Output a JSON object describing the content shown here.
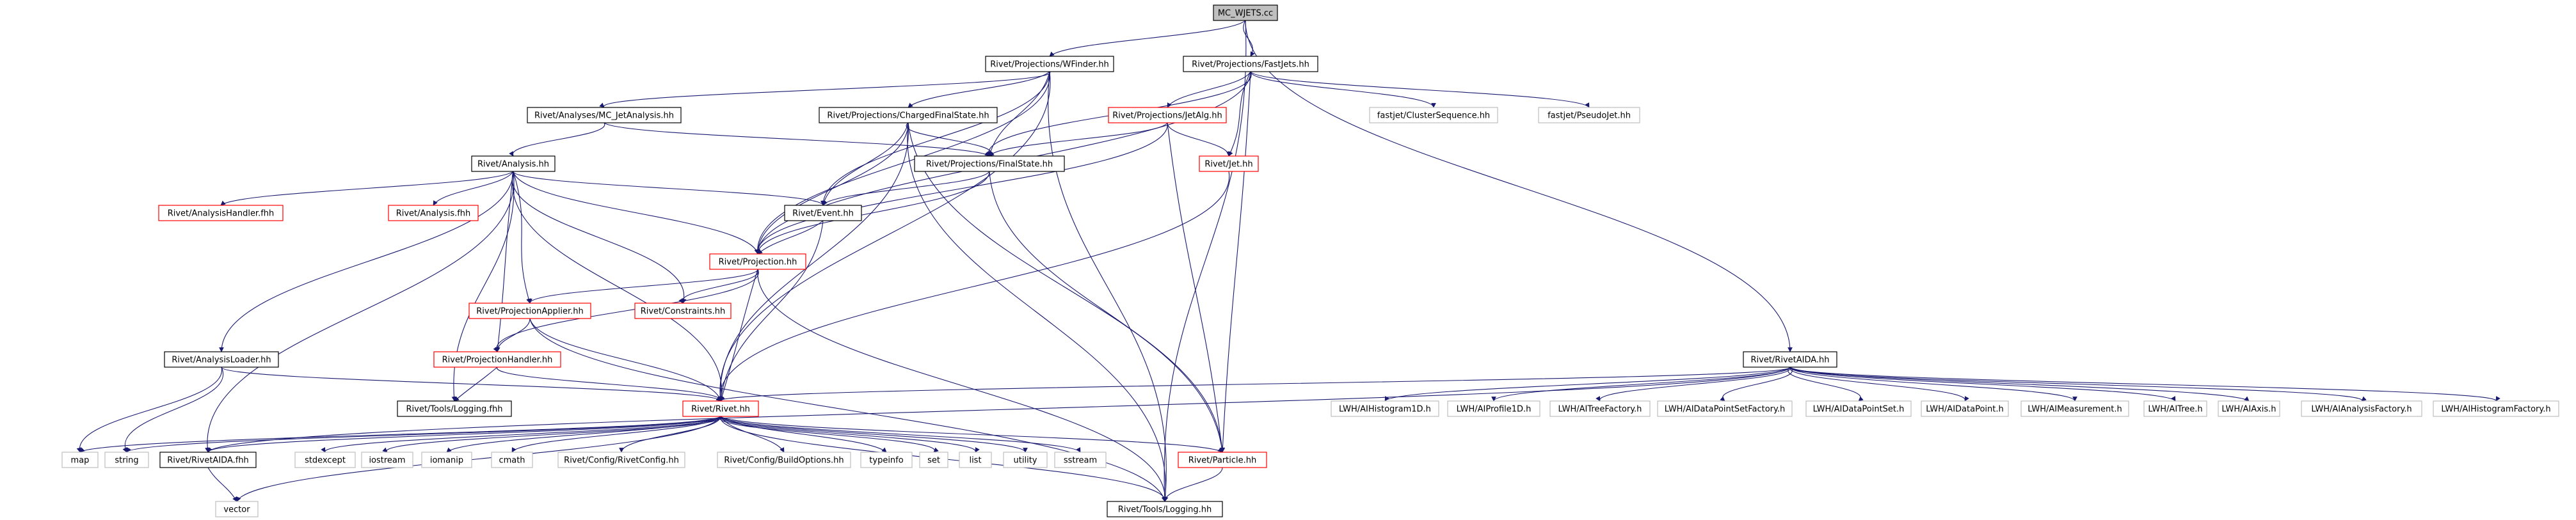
{
  "colors": {
    "edge": "#191970",
    "node_border_black": "#000000",
    "node_border_red": "#ff0000",
    "node_border_gray": "#bfbfbf",
    "root_fill": "#bfbfbf",
    "text": "#000000"
  },
  "nodes": [
    {
      "id": "root",
      "label": "MC_WJETS.cc",
      "style": "root"
    },
    {
      "id": "wfinder",
      "label": "Rivet/Projections/WFinder.hh",
      "style": "black"
    },
    {
      "id": "fastjets",
      "label": "Rivet/Projections/FastJets.hh",
      "style": "black"
    },
    {
      "id": "mcjet",
      "label": "Rivet/Analyses/MC_JetAnalysis.hh",
      "style": "black"
    },
    {
      "id": "chargedfs",
      "label": "Rivet/Projections/ChargedFinalState.hh",
      "style": "black"
    },
    {
      "id": "jetalg",
      "label": "Rivet/Projections/JetAlg.hh",
      "style": "red"
    },
    {
      "id": "clusterseq",
      "label": "fastjet/ClusterSequence.hh",
      "style": "gray"
    },
    {
      "id": "pseudojet",
      "label": "fastjet/PseudoJet.hh",
      "style": "gray"
    },
    {
      "id": "analysis",
      "label": "Rivet/Analysis.hh",
      "style": "black"
    },
    {
      "id": "finalstate",
      "label": "Rivet/Projections/FinalState.hh",
      "style": "black"
    },
    {
      "id": "jet",
      "label": "Rivet/Jet.hh",
      "style": "red"
    },
    {
      "id": "analysishandlerf",
      "label": "Rivet/AnalysisHandler.fhh",
      "style": "red"
    },
    {
      "id": "analysisf",
      "label": "Rivet/Analysis.fhh",
      "style": "red"
    },
    {
      "id": "event",
      "label": "Rivet/Event.hh",
      "style": "black"
    },
    {
      "id": "projection",
      "label": "Rivet/Projection.hh",
      "style": "red"
    },
    {
      "id": "projapplier",
      "label": "Rivet/ProjectionApplier.hh",
      "style": "red"
    },
    {
      "id": "constraints",
      "label": "Rivet/Constraints.hh",
      "style": "red"
    },
    {
      "id": "analysisloader",
      "label": "Rivet/AnalysisLoader.hh",
      "style": "black"
    },
    {
      "id": "projhandler",
      "label": "Rivet/ProjectionHandler.hh",
      "style": "red"
    },
    {
      "id": "loggingf",
      "label": "Rivet/Tools/Logging.fhh",
      "style": "black"
    },
    {
      "id": "rivet",
      "label": "Rivet/Rivet.hh",
      "style": "red"
    },
    {
      "id": "rivetaida",
      "label": "Rivet/RivetAIDA.hh",
      "style": "black"
    },
    {
      "id": "map",
      "label": "map",
      "style": "gray"
    },
    {
      "id": "string",
      "label": "string",
      "style": "gray"
    },
    {
      "id": "rivetaidaf",
      "label": "Rivet/RivetAIDA.fhh",
      "style": "black"
    },
    {
      "id": "stdexcept",
      "label": "stdexcept",
      "style": "gray"
    },
    {
      "id": "iostream",
      "label": "iostream",
      "style": "gray"
    },
    {
      "id": "iomanip",
      "label": "iomanip",
      "style": "gray"
    },
    {
      "id": "cmath",
      "label": "cmath",
      "style": "gray"
    },
    {
      "id": "rivetconfig",
      "label": "Rivet/Config/RivetConfig.hh",
      "style": "gray"
    },
    {
      "id": "buildoptions",
      "label": "Rivet/Config/BuildOptions.hh",
      "style": "gray"
    },
    {
      "id": "typeinfo",
      "label": "typeinfo",
      "style": "gray"
    },
    {
      "id": "set",
      "label": "set",
      "style": "gray"
    },
    {
      "id": "list",
      "label": "list",
      "style": "gray"
    },
    {
      "id": "utility",
      "label": "utility",
      "style": "gray"
    },
    {
      "id": "sstream",
      "label": "sstream",
      "style": "gray"
    },
    {
      "id": "particle",
      "label": "Rivet/Particle.hh",
      "style": "red"
    },
    {
      "id": "vector",
      "label": "vector",
      "style": "gray"
    },
    {
      "id": "logging",
      "label": "Rivet/Tools/Logging.hh",
      "style": "black"
    },
    {
      "id": "aihisto1d",
      "label": "LWH/AIHistogram1D.h",
      "style": "gray"
    },
    {
      "id": "aiprofile1d",
      "label": "LWH/AIProfile1D.h",
      "style": "gray"
    },
    {
      "id": "aitreefactory",
      "label": "LWH/AITreeFactory.h",
      "style": "gray"
    },
    {
      "id": "aidpsfactory",
      "label": "LWH/AIDataPointSetFactory.h",
      "style": "gray"
    },
    {
      "id": "aidps",
      "label": "LWH/AIDataPointSet.h",
      "style": "gray"
    },
    {
      "id": "aidp",
      "label": "LWH/AIDataPoint.h",
      "style": "gray"
    },
    {
      "id": "aimeasure",
      "label": "LWH/AIMeasurement.h",
      "style": "gray"
    },
    {
      "id": "aitree",
      "label": "LWH/AITree.h",
      "style": "gray"
    },
    {
      "id": "aiaxis",
      "label": "LWH/AIAxis.h",
      "style": "gray"
    },
    {
      "id": "aianafactory",
      "label": "LWH/AIAnalysisFactory.h",
      "style": "gray"
    },
    {
      "id": "aihistofactory",
      "label": "LWH/AIHistogramFactory.h",
      "style": "gray"
    }
  ],
  "edges": [
    [
      "root",
      "wfinder"
    ],
    [
      "root",
      "fastjets"
    ],
    [
      "root",
      "rivetaida"
    ],
    [
      "root",
      "logging"
    ],
    [
      "wfinder",
      "mcjet"
    ],
    [
      "wfinder",
      "chargedfs"
    ],
    [
      "wfinder",
      "finalstate"
    ],
    [
      "wfinder",
      "event"
    ],
    [
      "wfinder",
      "projection"
    ],
    [
      "wfinder",
      "rivet"
    ],
    [
      "wfinder",
      "logging"
    ],
    [
      "fastjets",
      "jetalg"
    ],
    [
      "fastjets",
      "clusterseq"
    ],
    [
      "fastjets",
      "pseudojet"
    ],
    [
      "fastjets",
      "finalstate"
    ],
    [
      "fastjets",
      "jet"
    ],
    [
      "fastjets",
      "particle"
    ],
    [
      "fastjets",
      "projection"
    ],
    [
      "mcjet",
      "analysis"
    ],
    [
      "mcjet",
      "finalstate"
    ],
    [
      "chargedfs",
      "finalstate"
    ],
    [
      "chargedfs",
      "event"
    ],
    [
      "chargedfs",
      "projection"
    ],
    [
      "chargedfs",
      "rivet"
    ],
    [
      "chargedfs",
      "particle"
    ],
    [
      "chargedfs",
      "logging"
    ],
    [
      "jetalg",
      "finalstate"
    ],
    [
      "jetalg",
      "jet"
    ],
    [
      "jetalg",
      "projection"
    ],
    [
      "jetalg",
      "particle"
    ],
    [
      "analysis",
      "analysishandlerf"
    ],
    [
      "analysis",
      "analysisf"
    ],
    [
      "analysis",
      "event"
    ],
    [
      "analysis",
      "projection"
    ],
    [
      "analysis",
      "projapplier"
    ],
    [
      "analysis",
      "constraints"
    ],
    [
      "analysis",
      "projhandler"
    ],
    [
      "analysis",
      "analysisloader"
    ],
    [
      "analysis",
      "loggingf"
    ],
    [
      "analysis",
      "rivetaidaf"
    ],
    [
      "analysis",
      "rivet"
    ],
    [
      "finalstate",
      "event"
    ],
    [
      "finalstate",
      "projection"
    ],
    [
      "finalstate",
      "particle"
    ],
    [
      "jet",
      "rivet"
    ],
    [
      "event",
      "projection"
    ],
    [
      "event",
      "rivet"
    ],
    [
      "projection",
      "projapplier"
    ],
    [
      "projection",
      "constraints"
    ],
    [
      "projection",
      "projhandler"
    ],
    [
      "projection",
      "rivet"
    ],
    [
      "projection",
      "logging"
    ],
    [
      "projapplier",
      "projhandler"
    ],
    [
      "projapplier",
      "rivet"
    ],
    [
      "projapplier",
      "logging"
    ],
    [
      "projhandler",
      "loggingf"
    ],
    [
      "projhandler",
      "rivet"
    ],
    [
      "analysisloader",
      "rivet"
    ],
    [
      "analysisloader",
      "map"
    ],
    [
      "analysisloader",
      "string"
    ],
    [
      "rivet",
      "map"
    ],
    [
      "rivet",
      "string"
    ],
    [
      "rivet",
      "rivetaidaf"
    ],
    [
      "rivet",
      "stdexcept"
    ],
    [
      "rivet",
      "iostream"
    ],
    [
      "rivet",
      "iomanip"
    ],
    [
      "rivet",
      "cmath"
    ],
    [
      "rivet",
      "rivetconfig"
    ],
    [
      "rivet",
      "buildoptions"
    ],
    [
      "rivet",
      "typeinfo"
    ],
    [
      "rivet",
      "set"
    ],
    [
      "rivet",
      "list"
    ],
    [
      "rivet",
      "utility"
    ],
    [
      "rivet",
      "sstream"
    ],
    [
      "rivet",
      "particle"
    ],
    [
      "rivet",
      "vector"
    ],
    [
      "rivet",
      "logging"
    ],
    [
      "particle",
      "logging"
    ],
    [
      "rivetaidaf",
      "vector"
    ],
    [
      "rivetaida",
      "rivet"
    ],
    [
      "rivetaida",
      "rivetaidaf"
    ],
    [
      "rivetaida",
      "aihisto1d"
    ],
    [
      "rivetaida",
      "aiprofile1d"
    ],
    [
      "rivetaida",
      "aitreefactory"
    ],
    [
      "rivetaida",
      "aidpsfactory"
    ],
    [
      "rivetaida",
      "aidps"
    ],
    [
      "rivetaida",
      "aidp"
    ],
    [
      "rivetaida",
      "aimeasure"
    ],
    [
      "rivetaida",
      "aitree"
    ],
    [
      "rivetaida",
      "aiaxis"
    ],
    [
      "rivetaida",
      "aianafactory"
    ],
    [
      "rivetaida",
      "aihistofactory"
    ]
  ]
}
